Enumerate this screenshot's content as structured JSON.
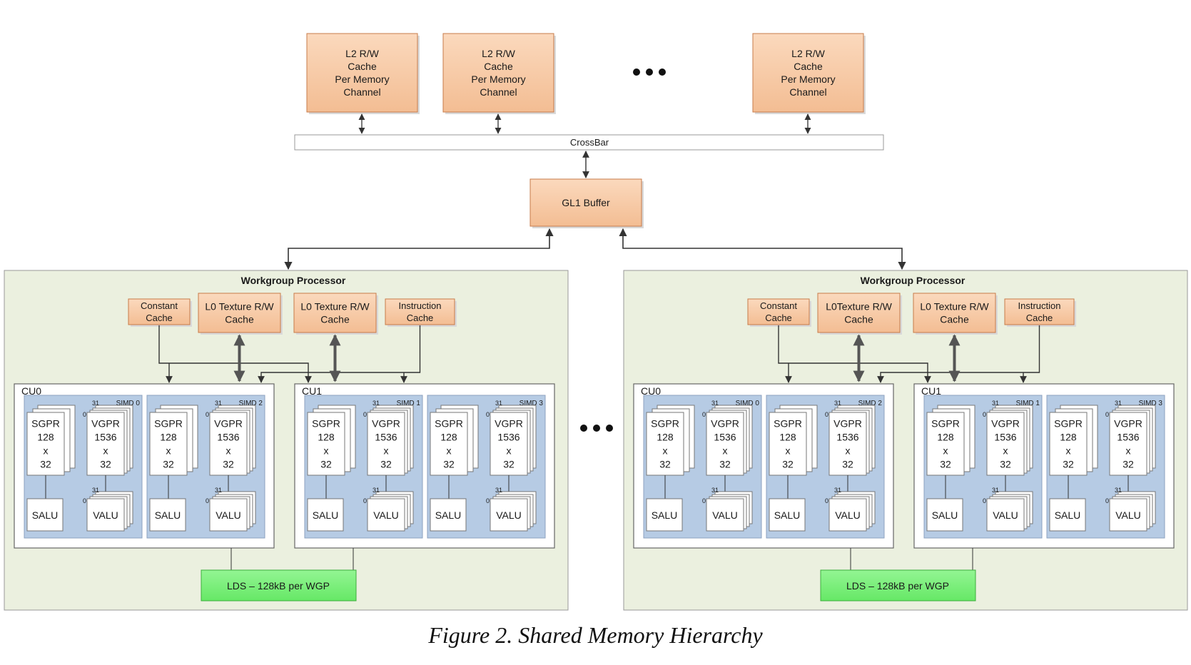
{
  "l2_caches": [
    [
      "L2 R/W",
      "Cache",
      "Per Memory",
      "Channel"
    ],
    [
      "L2 R/W",
      "Cache",
      "Per Memory",
      "Channel"
    ],
    [
      "L2 R/W",
      "Cache",
      "Per Memory",
      "Channel"
    ]
  ],
  "crossbar": "CrossBar",
  "gl1": "GL1 Buffer",
  "wgps": [
    {
      "title": "Workgroup Processor",
      "caches": [
        [
          "Constant",
          "Cache"
        ],
        [
          "L0 Texture R/W",
          "Cache"
        ],
        [
          "L0 Texture R/W",
          "Cache"
        ],
        [
          "Instruction",
          "Cache"
        ]
      ],
      "cus": [
        {
          "name": "CU0",
          "simds": [
            "SIMD 0",
            "SIMD 2"
          ]
        },
        {
          "name": "CU1",
          "simds": [
            "SIMD 1",
            "SIMD 3"
          ]
        }
      ],
      "lds": "LDS – 128kB per WGP"
    },
    {
      "title": "Workgroup Processor",
      "caches": [
        [
          "Constant",
          "Cache"
        ],
        [
          "L0Texture R/W",
          "Cache"
        ],
        [
          "L0 Texture R/W",
          "Cache"
        ],
        [
          "Instruction",
          "Cache"
        ]
      ],
      "cus": [
        {
          "name": "CU0",
          "simds": [
            "SIMD 0",
            "SIMD 2"
          ]
        },
        {
          "name": "CU1",
          "simds": [
            "SIMD 1",
            "SIMD 3"
          ]
        }
      ],
      "lds": "LDS – 128kB per WGP"
    }
  ],
  "simd_labels": {
    "sgpr": [
      "SGPR",
      "128",
      "x",
      "32"
    ],
    "vgpr": [
      "VGPR",
      "1536",
      "x",
      "32"
    ],
    "salu": "SALU",
    "valu": "VALU",
    "lane_hi": "31",
    "lane_lo": "0"
  },
  "caption": "Figure 2. Shared Memory Hierarchy",
  "colors": {
    "orange_fill": "#f8cba5",
    "orange_stroke": "#c77b4a",
    "wgp_fill": "#ebf0df",
    "simd_fill": "#b6cbe4",
    "lds_fill": "#7cf17c",
    "lds_stroke": "#3cae3c",
    "line": "#333333"
  }
}
